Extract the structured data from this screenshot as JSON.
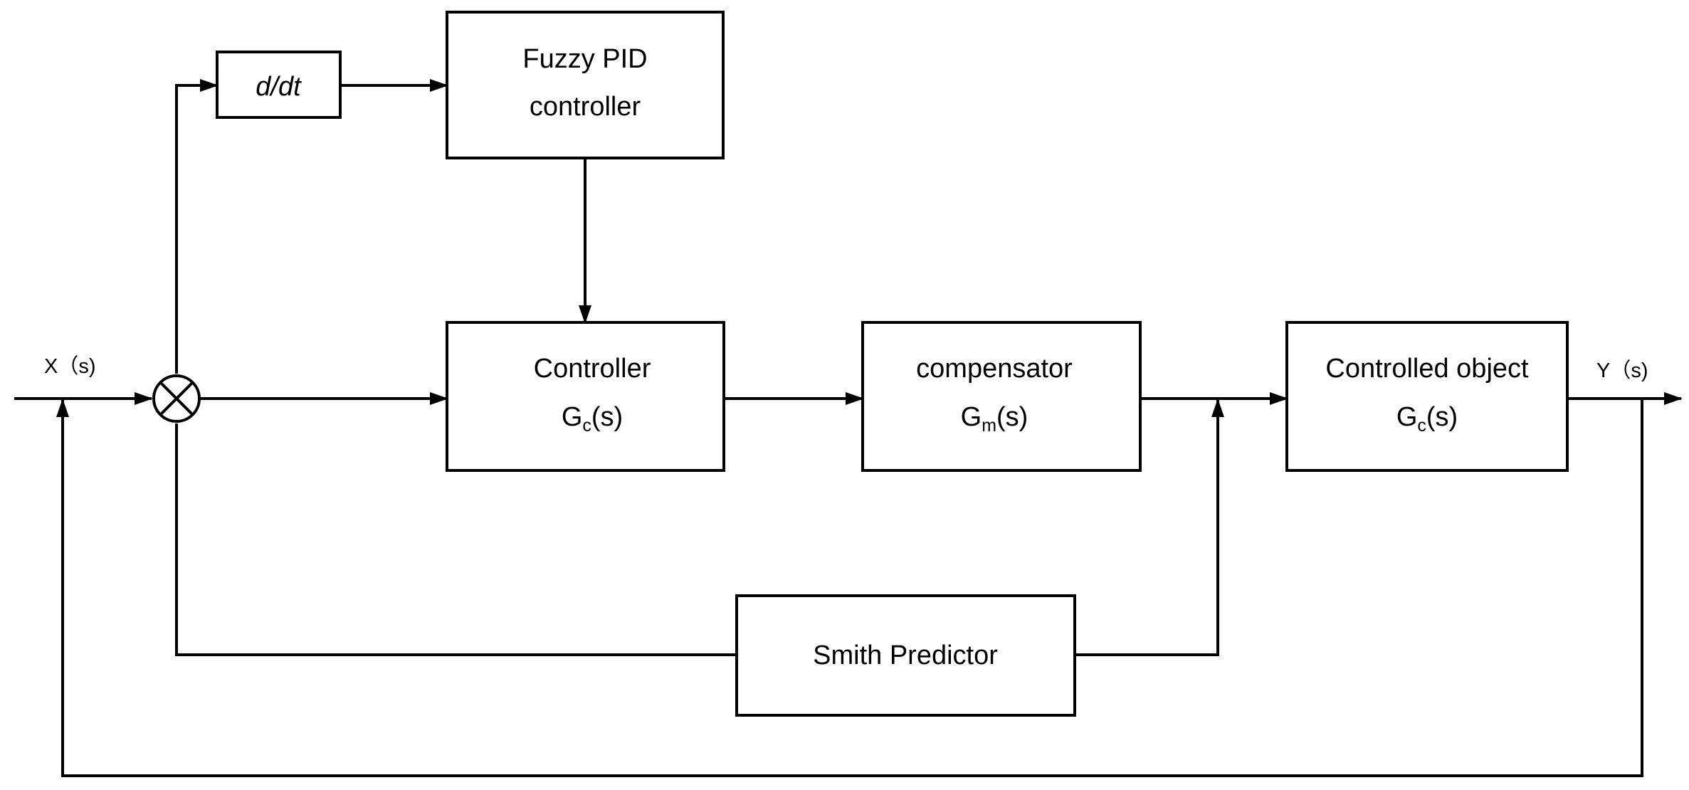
{
  "blocks": {
    "derivative": {
      "label": "d/dt"
    },
    "fuzzy_pid": {
      "line1": "Fuzzy PID",
      "line2": "controller"
    },
    "controller": {
      "name": "Controller",
      "tf_base": "G",
      "tf_sub": "c",
      "tf_arg": "(s)"
    },
    "compensator": {
      "name": "compensator",
      "tf_base": "G",
      "tf_sub": "m",
      "tf_arg": "(s)"
    },
    "controlled_object": {
      "name": "Controlled object",
      "tf_base": "G",
      "tf_sub": "c",
      "tf_arg": "(s)"
    },
    "smith_predictor": {
      "label": "Smith Predictor"
    }
  },
  "signals": {
    "input": "X（s)",
    "output": "Y（s)"
  }
}
